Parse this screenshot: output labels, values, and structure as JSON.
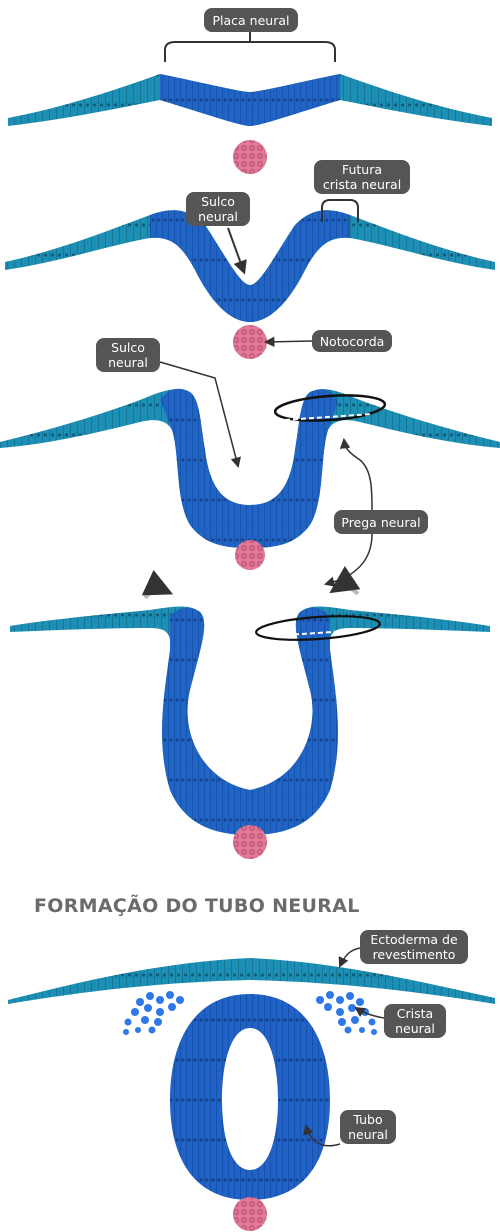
{
  "title": "FORMAÇÃO DO TUBO NEURAL",
  "labels": {
    "placa_neural": "Placa neural",
    "futura_crista_l1": "Futura",
    "futura_crista_l2": "crista neural",
    "sulco_neural_l1": "Sulco",
    "sulco_neural_l2": "neural",
    "notocorda": "Notocorda",
    "sulco_neural_2_l1": "Sulco",
    "sulco_neural_2_l2": "neural",
    "prega_neural": "Prega neural",
    "ectoderma_l1": "Ectoderma de",
    "ectoderma_l2": "revestimento",
    "crista_l1": "Crista",
    "crista_l2": "neural",
    "tubo_l1": "Tubo",
    "tubo_l2": "neural"
  },
  "colors": {
    "ectoderm": "#1e8fb4",
    "ectoderm_light": "#3bb0cf",
    "neural": "#1f62c8",
    "neural_dark": "#1a4fa6",
    "crest": "#2f78e8",
    "notochord": "#e07896",
    "label_bg": "#555555",
    "title": "#6b6b6b"
  }
}
